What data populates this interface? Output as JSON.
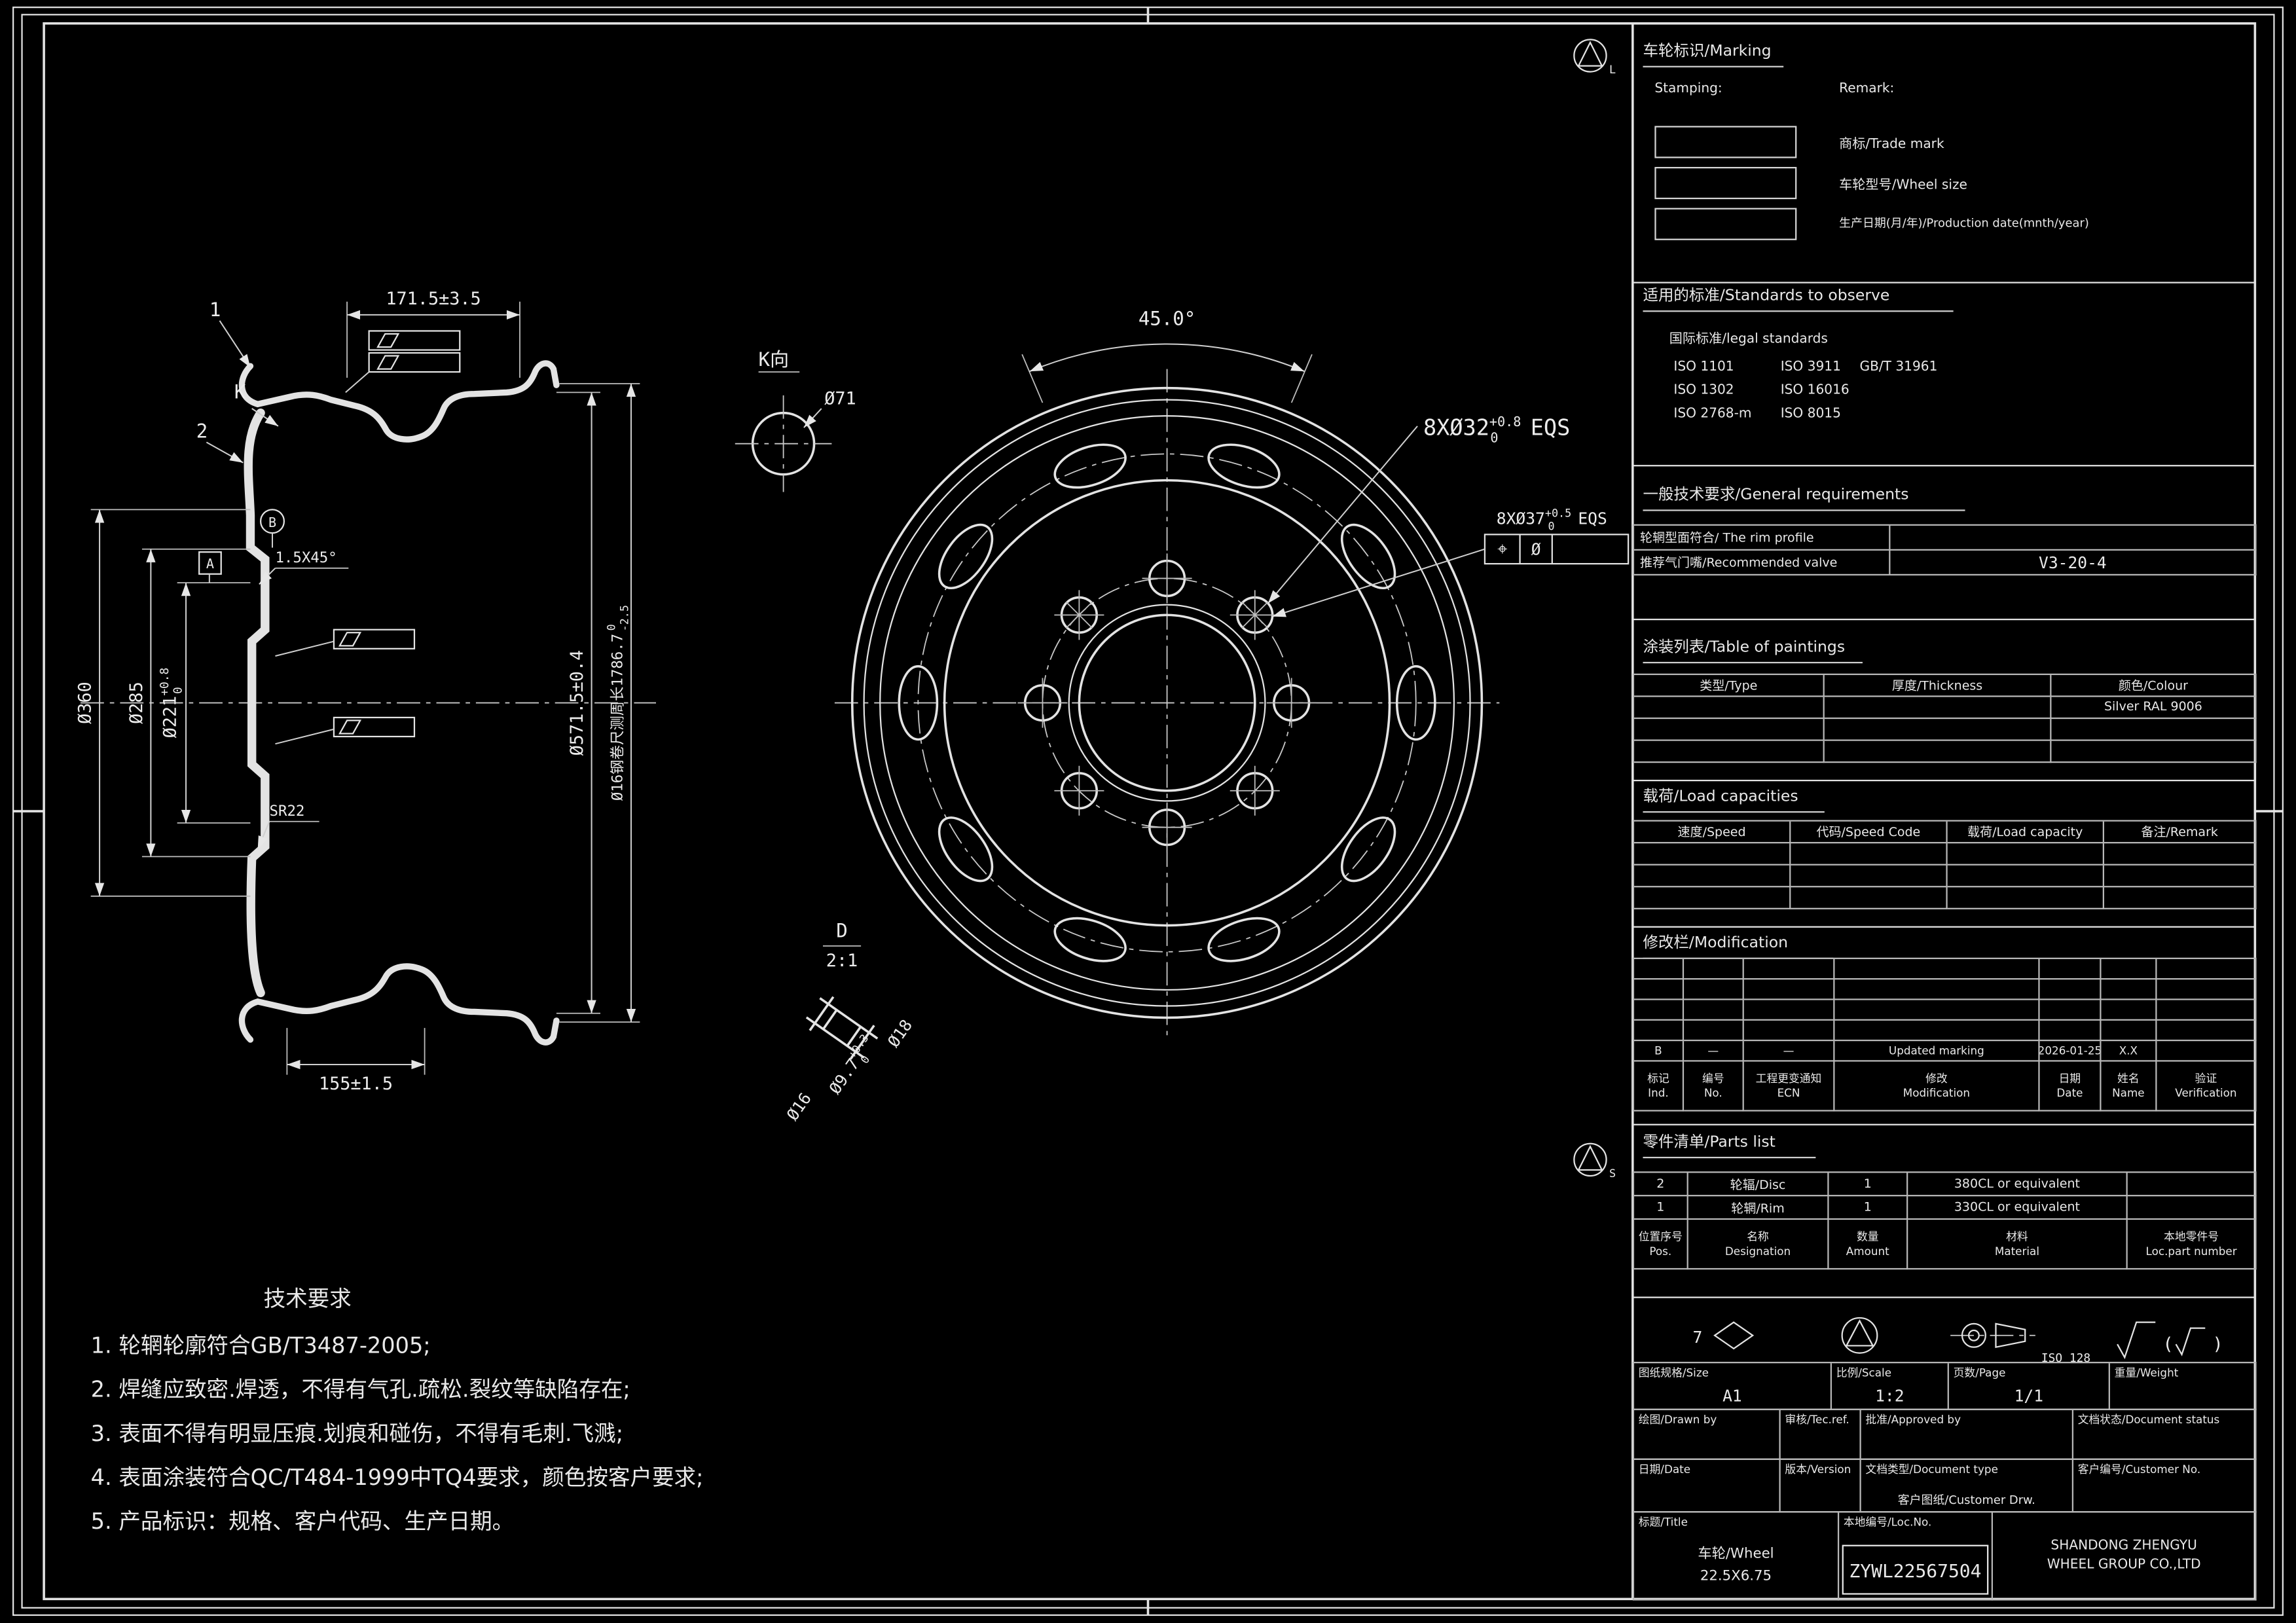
{
  "colors": {
    "background": "#000000",
    "line": "#e3e3e3",
    "text": "#e9e9e9"
  },
  "section_view": {
    "balloon_1": "1",
    "balloon_2": "2",
    "view_label": "K",
    "dim_top_width": "171.5±3.5",
    "dim_d360": "Ø360",
    "dim_d285": "Ø285",
    "dim_d221": "Ø221",
    "dim_d221_sup": "+0.8",
    "dim_d221_sub": "0",
    "chamfer": "1.5X45°",
    "datum_a": "A",
    "datum_b": "B",
    "dim_sr22": "SR22",
    "dim_d571": "Ø571.5±0.4",
    "dim_circumference": "Ø16钢卷尺测周长1786.7",
    "dim_circ_sup": "0",
    "dim_circ_sub": "-2.5",
    "dim_bottom_width": "155±1.5"
  },
  "k_view": {
    "label": "K向",
    "dim": "Ø71"
  },
  "front_view": {
    "dim_angle": "45.0°",
    "dim_bolt": "8XØ32",
    "dim_bolt_sup": "+0.8",
    "dim_bolt_sub": "0",
    "dim_bolt_eqs": "EQS",
    "dim_cham": "8XØ37",
    "dim_cham_sup": "+0.5",
    "dim_cham_sub": "0",
    "dim_cham_eqs": "EQS",
    "gdt_position": "⌖",
    "gdt_dia": "Ø"
  },
  "detail_view": {
    "label": "D",
    "scale": "2:1",
    "dim_d18": "Ø18",
    "dim_d97": "Ø9.7",
    "dim_d97_sup": "+0.3",
    "dim_d97_sub": "0",
    "dim_d16": "Ø16"
  },
  "symbols": {
    "upper_letter": "L",
    "lower_letter": "S",
    "seven": "7",
    "iso_128": "ISO 128"
  },
  "tech_requirements": {
    "title": "技术要求",
    "items": [
      "1. 轮辋轮廓符合GB/T3487-2005;",
      "2. 焊缝应致密.焊透，不得有气孔.疏松.裂纹等缺陷存在;",
      "3. 表面不得有明显压痕.划痕和碰伤，不得有毛刺.飞溅;",
      "4. 表面涂装符合QC/T484-1999中TQ4要求，颜色按客户要求;",
      "5. 产品标识：规格、客户代码、生产日期。"
    ]
  },
  "marking": {
    "title": "车轮标识/Marking",
    "stamping": "Stamping:",
    "remark": "Remark:",
    "labels": [
      "商标/Trade mark",
      "车轮型号/Wheel size",
      "生产日期(月/年)/Production date(mnth/year)"
    ]
  },
  "standards": {
    "title": "适用的标准/Standards to observe",
    "subtitle": "国际标准/legal standards",
    "rows": [
      [
        "ISO 1101",
        "ISO 3911",
        "GB/T 31961"
      ],
      [
        "ISO 1302",
        "ISO 16016",
        ""
      ],
      [
        "ISO 2768-m",
        "ISO 8015",
        ""
      ]
    ]
  },
  "general_requirements": {
    "title": "一般技术要求/General requirements",
    "rim_profile_label": "轮辋型面符合/ The rim profile",
    "rim_profile_value": "",
    "valve_label": "推荐气门嘴/Recommended valve",
    "valve_value": "V3-20-4"
  },
  "paintings": {
    "title": "涂装列表/Table of paintings",
    "headers": [
      "类型/Type",
      "厚度/Thickness",
      "颜色/Colour"
    ],
    "rows": [
      [
        "",
        "",
        "Silver RAL 9006"
      ],
      [
        "",
        "",
        ""
      ],
      [
        "",
        "",
        ""
      ]
    ]
  },
  "load_capacities": {
    "title": "载荷/Load capacities",
    "headers": [
      "速度/Speed",
      "代码/Speed Code",
      "载荷/Load capacity",
      "备注/Remark"
    ]
  },
  "modification": {
    "title": "修改栏/Modification",
    "row": [
      "B",
      "—",
      "—",
      "Updated marking",
      "2026-01-25",
      "X.X",
      ""
    ],
    "headers": [
      [
        "标记",
        "Ind."
      ],
      [
        "编号",
        "No."
      ],
      [
        "工程更变通知",
        "ECN"
      ],
      [
        "修改",
        "Modification"
      ],
      [
        "日期",
        "Date"
      ],
      [
        "姓名",
        "Name"
      ],
      [
        "验证",
        "Verification"
      ]
    ]
  },
  "parts_list": {
    "title": "零件清单/Parts list",
    "rows": [
      [
        "2",
        "轮辐/Disc",
        "1",
        "380CL or equivalent",
        ""
      ],
      [
        "1",
        "轮辋/Rim",
        "1",
        "330CL or equivalent",
        ""
      ]
    ],
    "headers": [
      [
        "位置序号",
        "Pos."
      ],
      [
        "名称",
        "Designation"
      ],
      [
        "数量",
        "Amount"
      ],
      [
        "材料",
        "Material"
      ],
      [
        "本地零件号",
        "Loc.part number"
      ]
    ]
  },
  "title_block": {
    "size_label": "图纸规格/Size",
    "size_value": "A1",
    "scale_label": "比例/Scale",
    "scale_value": "1:2",
    "page_label": "页数/Page",
    "page_value": "1/1",
    "weight_label": "重量/Weight",
    "weight_value": "",
    "drawn_label": "绘图/Drawn by",
    "checked_label": "审核/Tec.ref.",
    "approved_label": "批准/Approved by",
    "status_label": "文档状态/Document status",
    "date_label": "日期/Date",
    "version_label": "版本/Version",
    "doctype_label": "文档类型/Document type",
    "customer_no_label": "客户编号/Customer No.",
    "customer_drw_label": "客户图纸/Customer Drw.",
    "title_label": "标题/Title",
    "product_name": "车轮/Wheel",
    "product_spec": "22.5X6.75",
    "loc_no_label": "本地编号/Loc.No.",
    "loc_no_value": "ZYWL22567504",
    "company_line1": "SHANDONG ZHENGYU",
    "company_line2": "WHEEL GROUP CO.,LTD"
  }
}
